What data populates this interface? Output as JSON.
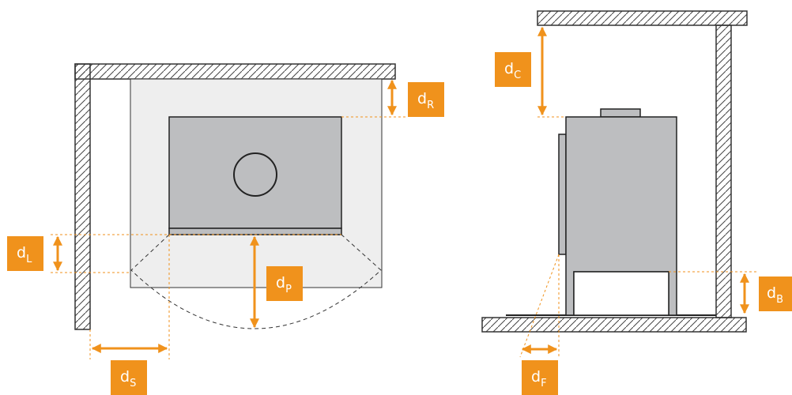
{
  "colors": {
    "accent": "#f0921c",
    "wall_line": "#333333",
    "stove_fill": "#bdbec0",
    "zone_fill": "#eeeeee",
    "label_text": "#ffffff"
  },
  "labels": {
    "rear": {
      "main": "d",
      "sub": "R"
    },
    "left": {
      "main": "d",
      "sub": "L"
    },
    "front": {
      "main": "d",
      "sub": "P"
    },
    "side": {
      "main": "d",
      "sub": "S"
    },
    "ceiling": {
      "main": "d",
      "sub": "C"
    },
    "base": {
      "main": "d",
      "sub": "B"
    },
    "floor_front": {
      "main": "d",
      "sub": "F"
    }
  }
}
